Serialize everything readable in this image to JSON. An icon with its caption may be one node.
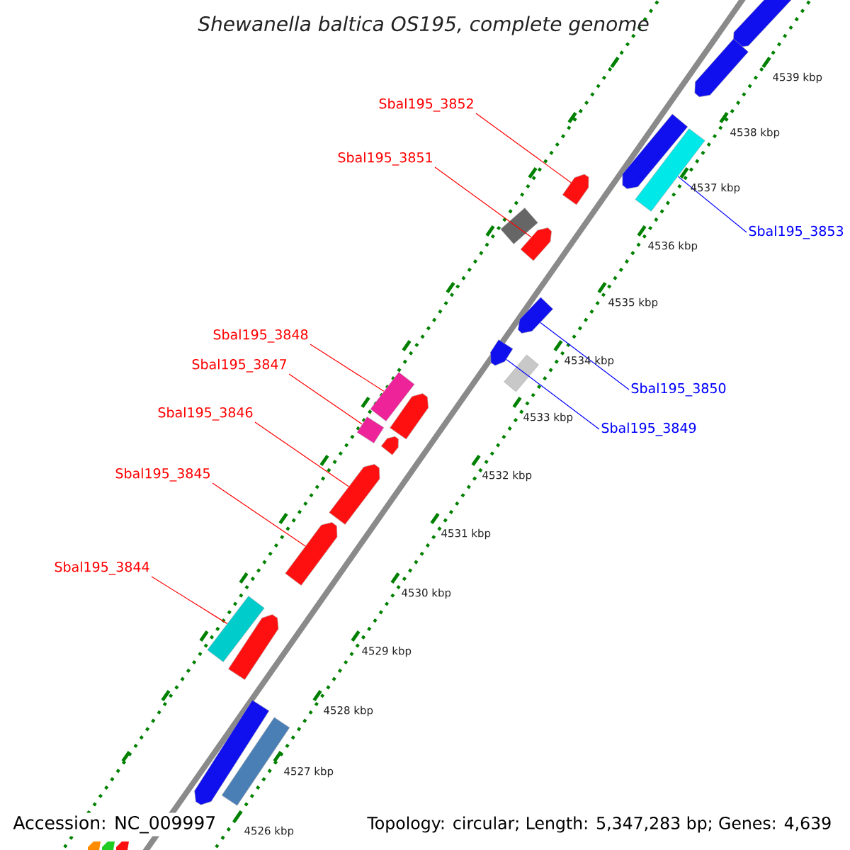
{
  "diagram": {
    "title": "Shewanella baltica OS195, complete genome",
    "nodes": [
      {
        "text": [
          "Sbal195_3852"
        ]
      },
      {
        "text": [],
        "shape": "pentagon"
      },
      {
        "text": [
          "Sbal195_3851"
        ]
      },
      {
        "text": [],
        "shape": "pentagon"
      },
      {
        "text": [
          "Sbal195_3853"
        ]
      },
      {
        "text": [],
        "shape": "box"
      },
      {
        "text": [
          "Sbal195_3850"
        ]
      },
      {
        "text": [],
        "shape": "pentagon"
      },
      {
        "text": [
          "Sbal195_3849"
        ]
      },
      {
        "text": [],
        "shape": "pentagon"
      },
      {
        "text": [
          "Sbal195_3848"
        ]
      },
      {
        "text": [],
        "shape": "box"
      },
      {
        "text": [
          "Sbal195_3847"
        ]
      },
      {
        "text": [],
        "shape": "box"
      },
      {
        "text": [
          "Sbal195_3846"
        ]
      },
      {
        "text": [],
        "shape": "pentagon"
      },
      {
        "text": [
          "Sbal195_3845"
        ]
      },
      {
        "text": [],
        "shape": "pentagon"
      },
      {
        "text": [
          "Sbal195_3844"
        ]
      },
      {
        "text": [],
        "shape": "box"
      },
      {
        "text": [],
        "shape": "pentagon"
      },
      {
        "text": [],
        "shape": "pentagon"
      },
      {
        "text": [],
        "shape": "pentagon"
      },
      {
        "text": [],
        "shape": "box"
      },
      {
        "text": [],
        "shape": "box"
      },
      {
        "text": [],
        "shape": "pentagon"
      },
      {
        "text": [],
        "shape": "pentagon"
      },
      {
        "text": [],
        "shape": "pentagon"
      },
      {
        "text": [],
        "shape": "pentagon"
      },
      {
        "text": [],
        "shape": "box"
      }
    ],
    "edges": [
      {
        "from": 0,
        "to": 1,
        "arrow": "none"
      },
      {
        "from": 2,
        "to": 3,
        "arrow": "none"
      },
      {
        "from": 4,
        "to": 5,
        "arrow": "none",
        "color": "#0000ff"
      },
      {
        "from": 6,
        "to": 7,
        "arrow": "none",
        "color": "#0000ff"
      },
      {
        "from": 8,
        "to": 9,
        "arrow": "none",
        "color": "#0000ff"
      },
      {
        "from": 10,
        "to": 11,
        "arrow": "none"
      },
      {
        "from": 12,
        "to": 13,
        "arrow": "none"
      },
      {
        "from": 14,
        "to": 15,
        "arrow": "none"
      },
      {
        "from": 16,
        "to": 17,
        "arrow": "none"
      },
      {
        "from": 18,
        "to": 19,
        "arrow": "none"
      }
    ],
    "labels": [
      "4539 kbp",
      "4538 kbp",
      "4537 kbp",
      "4536 kbp",
      "4535 kbp",
      "4534 kbp",
      "4533 kbp",
      "4532 kbp",
      "4531 kbp",
      "4530 kbp",
      "4529 kbp",
      "4528 kbp",
      "4527 kbp",
      "4526 kbp",
      "Accession: NC_009997",
      "Topology: circular; Length: 5,347,283 bp; Genes: 4,639"
    ]
  }
}
